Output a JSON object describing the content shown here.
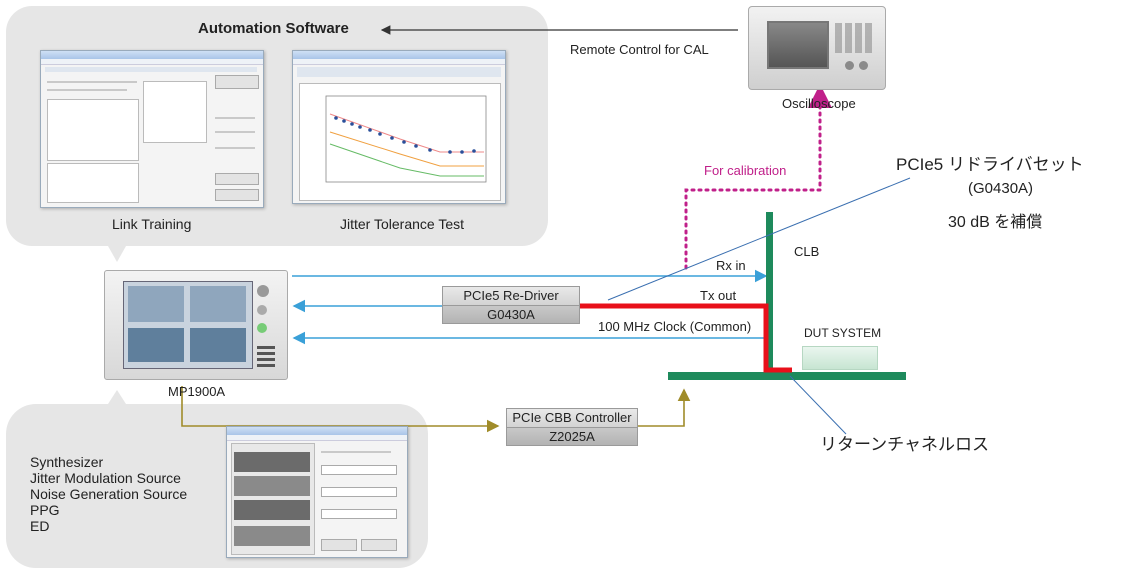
{
  "automation": {
    "title": "Automation Software",
    "link_training_label": "Link Training",
    "jitter_label": "Jitter Tolerance Test"
  },
  "oscilloscope": {
    "remote_label": "Remote Control for CAL",
    "name": "Oscilloscope",
    "calibration_label": "For calibration"
  },
  "redriver_set": {
    "line1": "PCIe5 リドライバセット",
    "line2": "(G0430A)",
    "line3": "30 dB を補償"
  },
  "clb_label": "CLB",
  "signals": {
    "rx": "Rx in",
    "tx": "Tx out",
    "clock": "100 MHz Clock (Common)"
  },
  "redriver_box": {
    "name": "PCIe5 Re-Driver",
    "model": "G0430A"
  },
  "dut_label": "DUT SYSTEM",
  "mp1900a_label": "MP1900A",
  "cbb_box": {
    "name": "PCIe CBB Controller",
    "model": "Z2025A"
  },
  "return_loss_label": "リターンチャネルロス",
  "modules": [
    "Synthesizer",
    "Jitter Modulation Source",
    "Noise Generation Source",
    "PPG",
    "ED"
  ],
  "colors": {
    "panel": "#e6e6e6",
    "blue_line": "#3aa0d8",
    "olive_line": "#a08c2a",
    "green_board": "#1e8a5c",
    "red_trace": "#e8101a",
    "magenta_dots": "#c0208a"
  }
}
